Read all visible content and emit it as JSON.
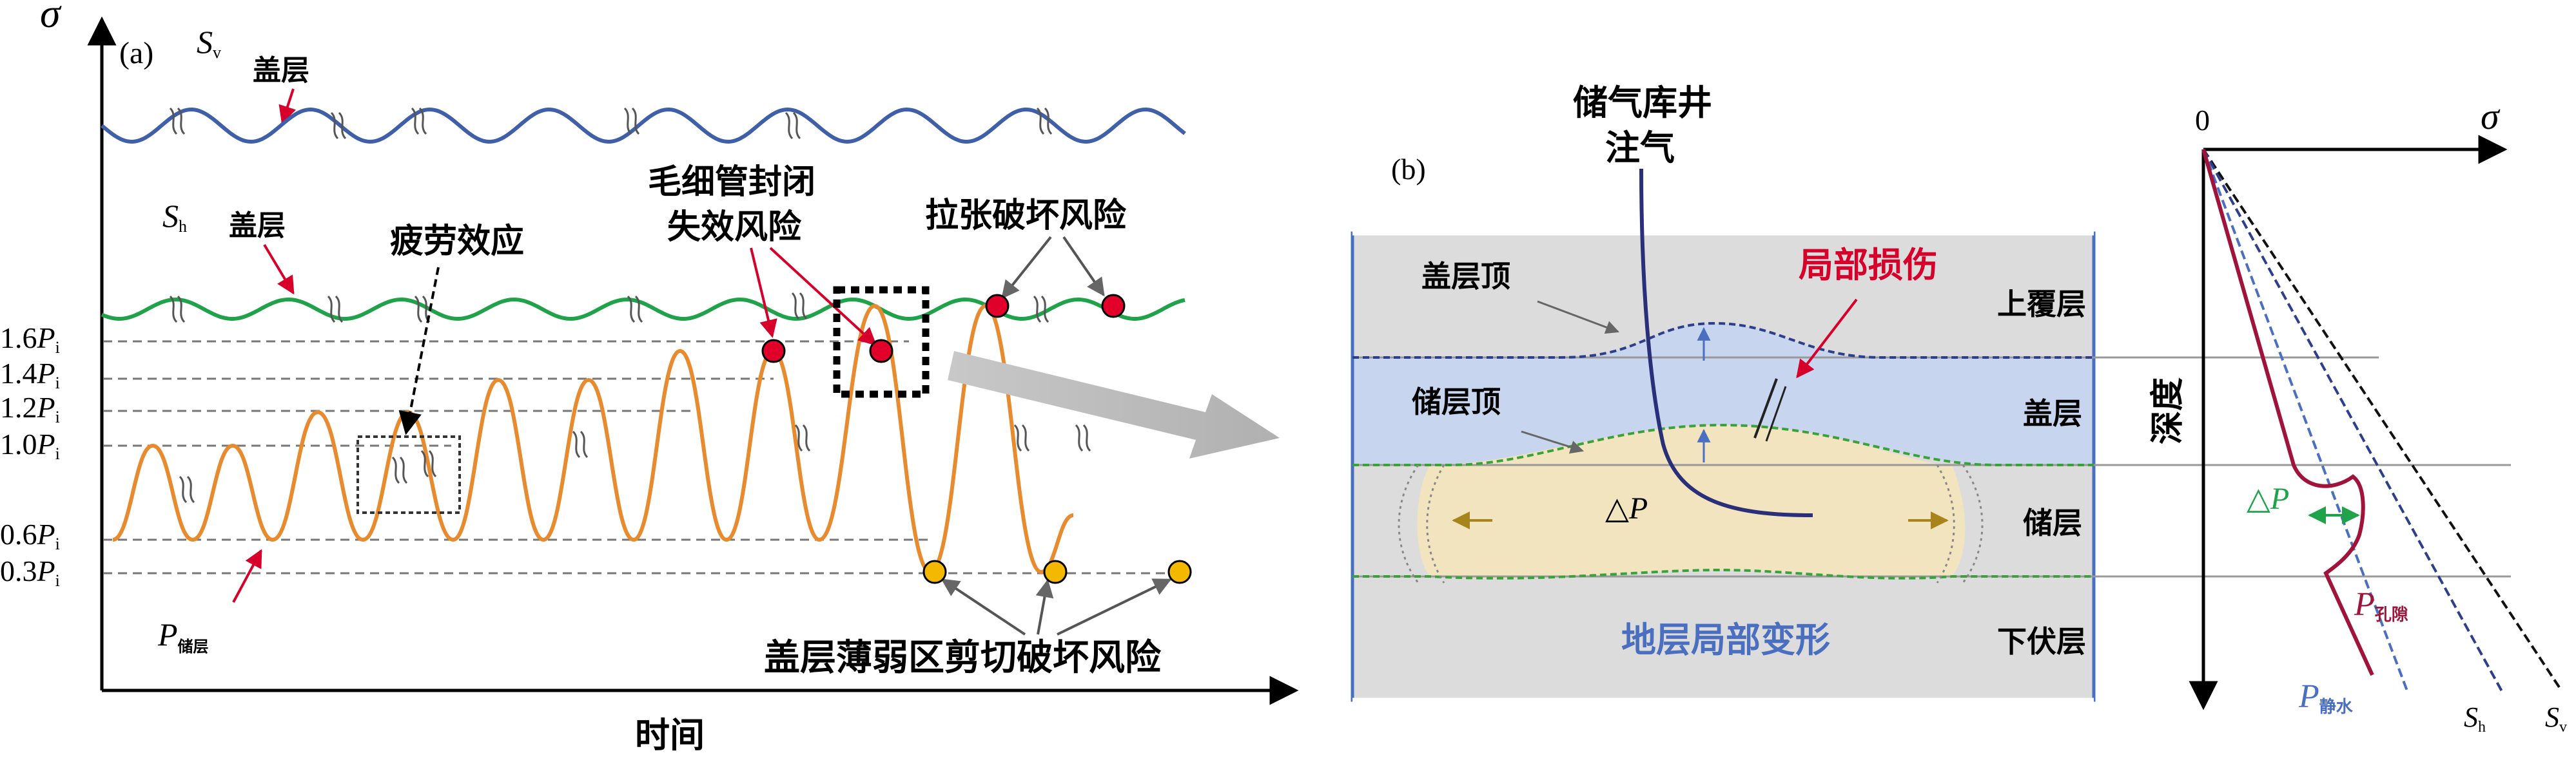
{
  "panel_a": {
    "tag": "(a)",
    "y_axis": "σ",
    "x_axis": "时间",
    "sv_symbol": "S",
    "sv_sub": "v",
    "sh_symbol": "S",
    "sh_sub": "h",
    "caprock_1": "盖层",
    "caprock_2": "盖层",
    "p_symbol": "P",
    "p_sub": "储层",
    "levels": [
      {
        "coef": "1.6",
        "sym": "P",
        "sub": "i"
      },
      {
        "coef": "1.4",
        "sym": "P",
        "sub": "i"
      },
      {
        "coef": "1.2",
        "sym": "P",
        "sub": "i"
      },
      {
        "coef": "1.0",
        "sym": "P",
        "sub": "i"
      },
      {
        "coef": "0.6",
        "sym": "P",
        "sub": "i"
      },
      {
        "coef": "0.3",
        "sym": "P",
        "sub": "i"
      }
    ],
    "fatigue": "疲劳效应",
    "capillary_1": "毛细管封闭",
    "capillary_2": "失效风险",
    "tensile": "拉张破坏风险",
    "shear": "盖层薄弱区剪切破坏风险"
  },
  "panel_b": {
    "tag": "(b)",
    "well_1": "储气库井",
    "well_2": "注气",
    "cap_top": "盖层顶",
    "res_top": "储层顶",
    "damage": "局部损伤",
    "layer_overburden": "上覆层",
    "layer_caprock": "盖层",
    "layer_reservoir": "储层",
    "layer_underburden": "下伏层",
    "deformation": "地层局部变形",
    "delta_p": "△P"
  },
  "profile": {
    "origin": "0",
    "x_axis": "σ",
    "y_axis": "深度",
    "delta_p": "△P",
    "p_pore_sym": "P",
    "p_pore_sub": "孔隙",
    "p_hydro_sym": "P",
    "p_hydro_sub": "静水",
    "sh_sym": "S",
    "sh_sub": "h",
    "sv_sym": "S",
    "sv_sub": "v"
  },
  "colors": {
    "sv_line": "#3f5fa8",
    "sh_line": "#1fa24a",
    "pressure_line": "#e88a2e",
    "red_marker": "#e0002a",
    "yellow_marker": "#f5b800",
    "overburden": "#dcdcdc",
    "caprock_band": "#c7d5ee",
    "reservoir_fill": "#f2e4be",
    "pore_line": "#a0143c"
  }
}
